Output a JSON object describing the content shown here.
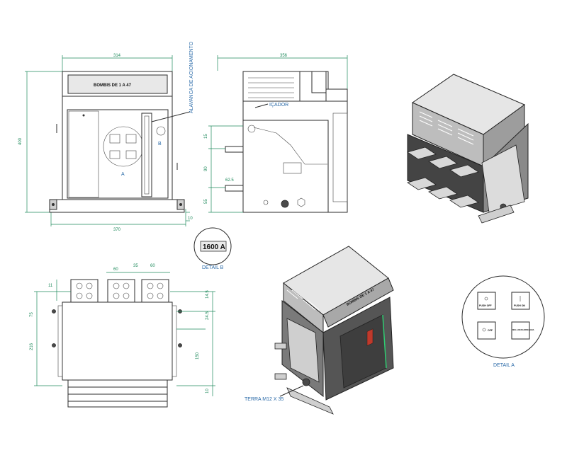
{
  "front_view": {
    "label_plate": "BOMBIS DE 1 A 47",
    "lever_label": "ALAVANCA DE ACIONAMENTO",
    "mark_a": "A",
    "mark_b": "B",
    "dims": {
      "width_top": "314",
      "width_bottom": "370",
      "height_left": "400",
      "foot": "10"
    }
  },
  "side_view": {
    "callout": "IÇADOR",
    "dims": {
      "depth_top": "356",
      "d1": "15",
      "d2": "90",
      "d3": "62.5",
      "d4": "55"
    }
  },
  "detail_b": {
    "rating": "1600 A",
    "caption": "DETAIL B"
  },
  "top_view": {
    "dims": {
      "t1": "60",
      "t2": "35",
      "t3": "60",
      "t4": "11",
      "left1": "75",
      "left2": "216",
      "r1": "14.5",
      "r2": "24.5",
      "r3": "150",
      "r4": "10"
    }
  },
  "iso_bottom": {
    "terra_label": "TERRA M12 X 35",
    "plate": "BOMBIS DE 1 A 47"
  },
  "detail_a": {
    "caption": "DETAIL A",
    "buttons": [
      {
        "label": "PUSH OFF"
      },
      {
        "label": "PUSH ON"
      },
      {
        "label": "OFF"
      },
      {
        "label": "MOLA DESCARREGADA"
      }
    ]
  }
}
